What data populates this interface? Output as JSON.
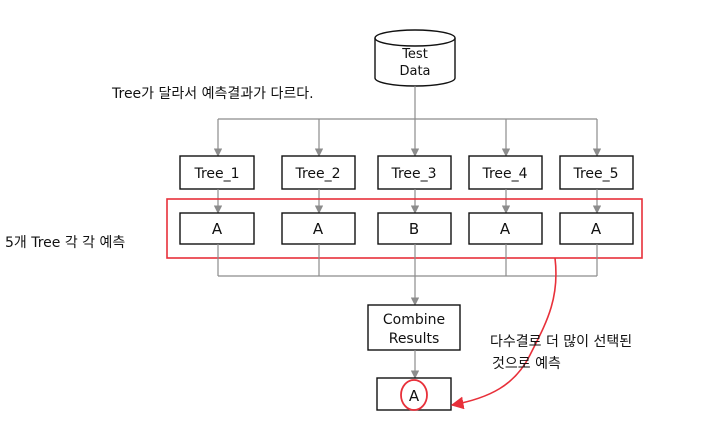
{
  "source": {
    "line1": "Test",
    "line2": "Data"
  },
  "annotation_top": "Tree가 달라서 예측결과가 다르다.",
  "trees": [
    {
      "name": "Tree_1",
      "prediction": "A"
    },
    {
      "name": "Tree_2",
      "prediction": "A"
    },
    {
      "name": "Tree_3",
      "prediction": "B"
    },
    {
      "name": "Tree_4",
      "prediction": "A"
    },
    {
      "name": "Tree_5",
      "prediction": "A"
    }
  ],
  "annotation_left": "5개 Tree 각 각 예측",
  "combine": {
    "line1": "Combine",
    "line2": "Results"
  },
  "result": "A",
  "annotation_bottom": {
    "line1": "다수결로 더 많이 선택된",
    "line2": "것으로 예측"
  },
  "colors": {
    "line": "#8c8c8c",
    "box": "#111111",
    "highlight": "#e8303a"
  }
}
